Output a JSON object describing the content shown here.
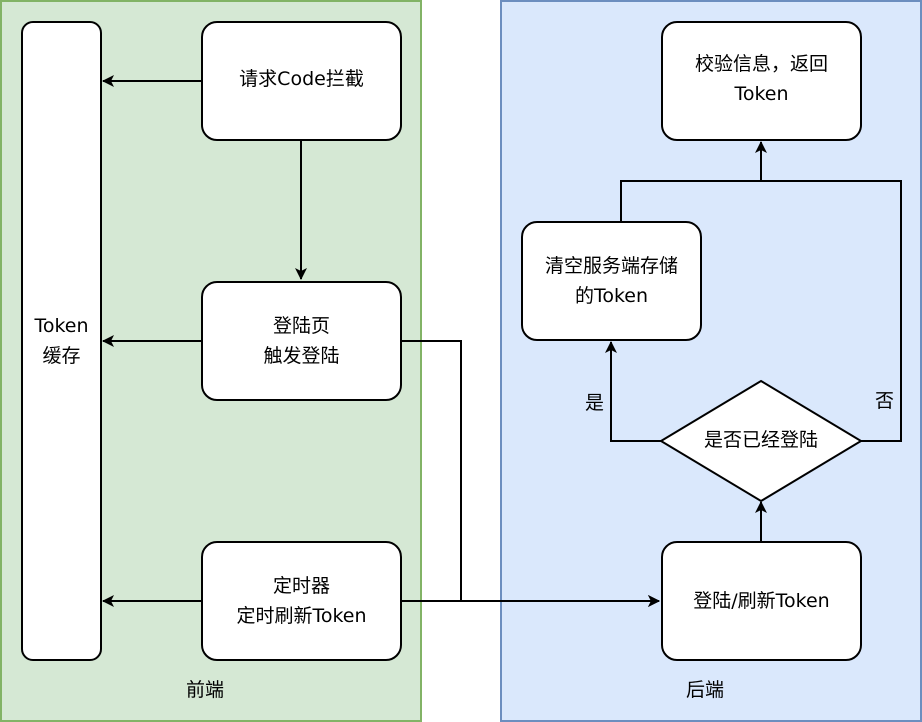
{
  "containers": {
    "frontend": {
      "title": "前端",
      "fill": "#d5e8d4",
      "stroke": "#82b366"
    },
    "backend": {
      "title": "后端",
      "fill": "#dae8fc",
      "stroke": "#6c8ebf"
    }
  },
  "nodes": {
    "token_cache": "Token\n缓存",
    "request_intercept": "请求Code拦截",
    "login_page": "登陆页\n触发登陆",
    "timer": "定时器\n定时刷新Token",
    "verify_return": "校验信息，返回\nToken",
    "clear_server_token": "清空服务端存储\n的Token",
    "is_logged_in": "是否已经登陆",
    "login_refresh": "登陆/刷新Token"
  },
  "edge_labels": {
    "yes": "是",
    "no": "否"
  }
}
